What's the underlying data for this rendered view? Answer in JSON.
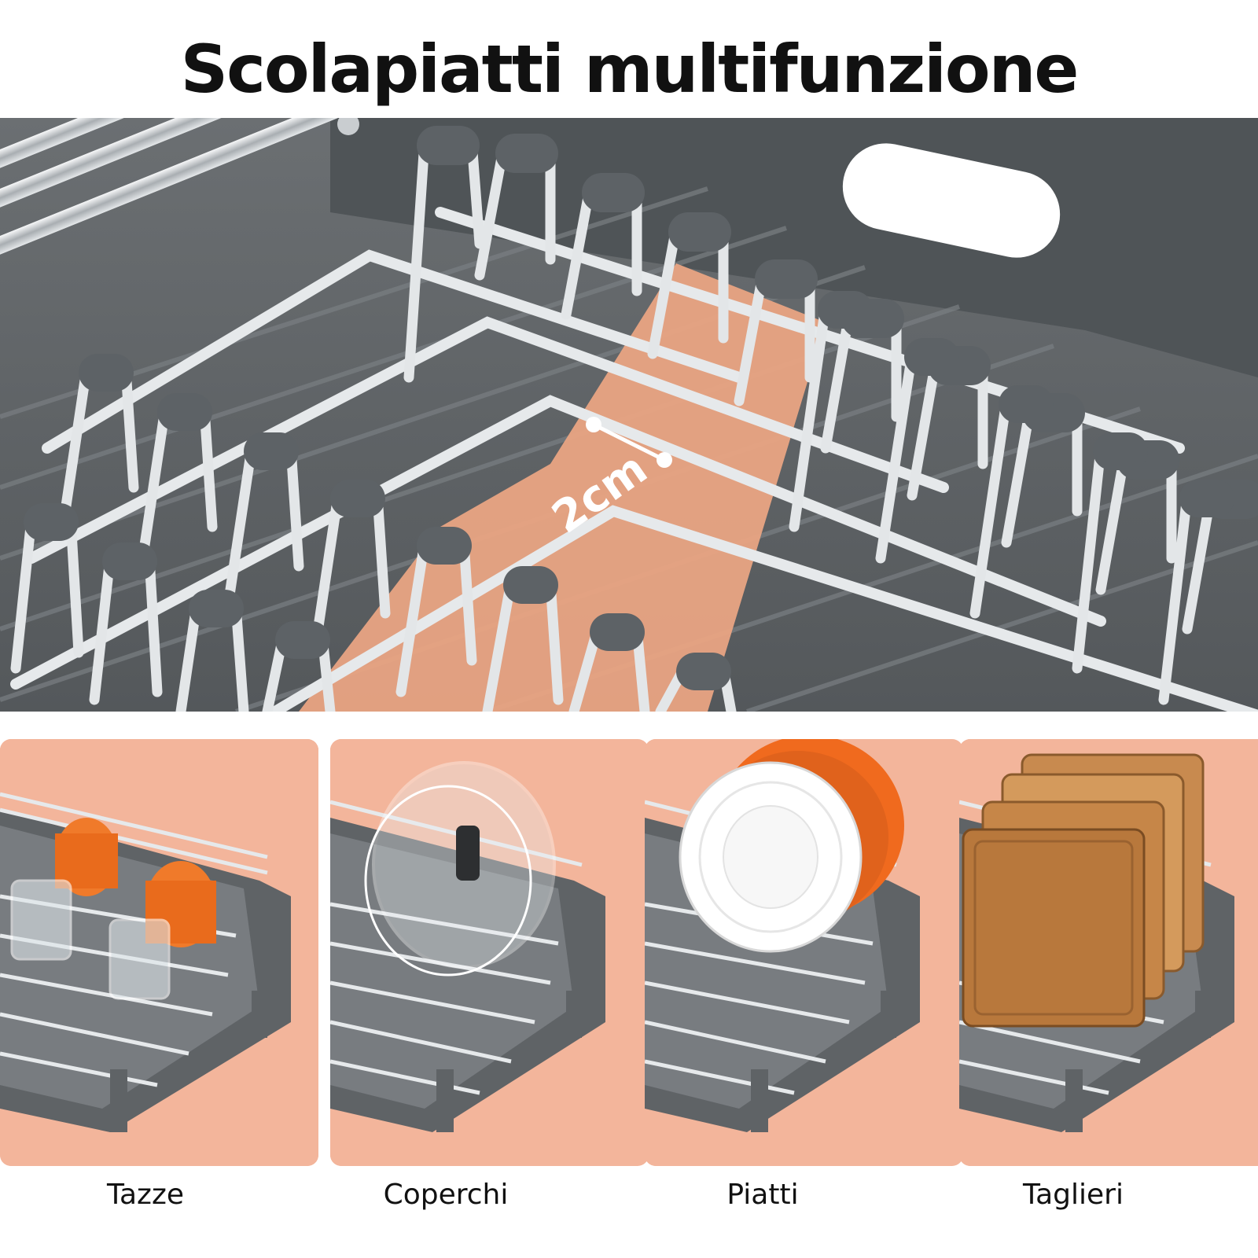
{
  "title": "Scolapiatti multifunzione",
  "hero": {
    "measure_label": "2cm",
    "colors": {
      "tray": "#5f6366",
      "accent": "#e9a483",
      "steel": "#dfe2e4",
      "cap": "#5d6266"
    }
  },
  "panels": [
    {
      "id": "cups",
      "label": "Tazze"
    },
    {
      "id": "lids",
      "label": "Coperchi"
    },
    {
      "id": "plates",
      "label": "Piatti"
    },
    {
      "id": "boards",
      "label": "Taglieri"
    }
  ],
  "colors": {
    "panel_bg": "#f3b59b",
    "text": "#111111"
  }
}
